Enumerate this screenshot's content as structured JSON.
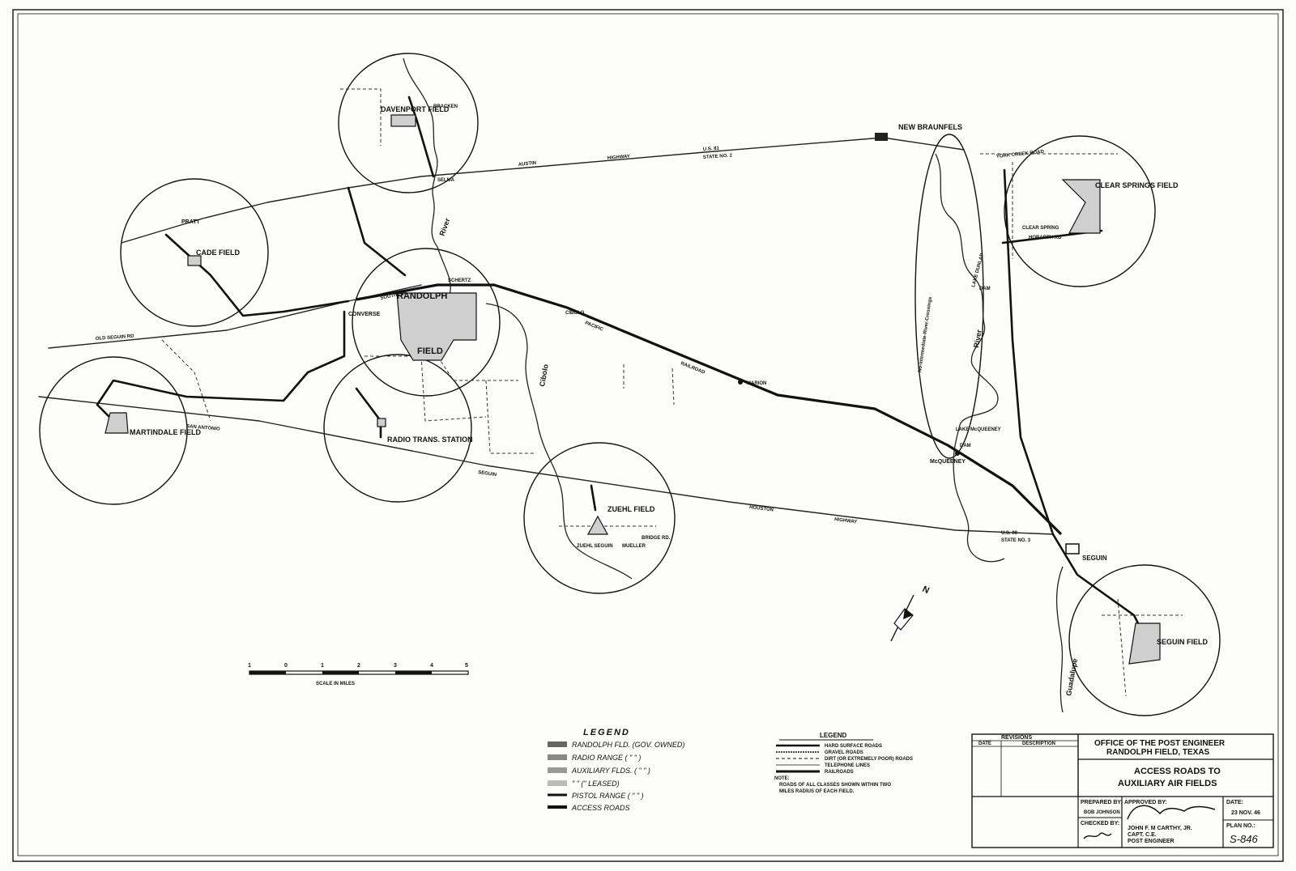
{
  "places": {
    "davenport": "DAVENPORT FIELD",
    "bracken": "BRACKEN",
    "selma": "SELMA",
    "new_braunfels": "NEW BRAUNFELS",
    "clear_springs": "CLEAR SPRINGS FIELD",
    "cade": "CADE FIELD",
    "pratt": "PRATT",
    "schertz": "SCHERTZ",
    "randolph_a": "RANDOLPH",
    "randolph_b": "FIELD",
    "converse": "CONVERSE",
    "cibolo": "CIBOLO",
    "marion": "MARION",
    "martindale": "MARTINDALE FIELD",
    "radio_station": "RADIO TRANS. STATION",
    "zuehl": "ZUEHL FIELD",
    "mcqueeney": "McQUEENEY",
    "seguin": "SEGUIN",
    "seguin_field": "SEGUIN FIELD"
  },
  "road_labels": {
    "austin_highway": "AUSTIN",
    "highway": "HIGHWAY",
    "us81": "U.S. 81",
    "state2": "STATE NO. 2",
    "old_seguin": "OLD SEGUIN RD",
    "san_antonio": "SAN ANTONIO",
    "seguin_road": "SEGUIN",
    "houston": "HOUSTON",
    "highway2": "HIGHWAY",
    "us90": "U.S. 90",
    "state3": "STATE NO. 3",
    "southern": "SOUTHERN",
    "pacific": "PACIFIC",
    "railroad": "RAILROAD",
    "york_creek": "YORK CREEK ROAD",
    "clear_spring_rd": "CLEAR SPRING",
    "hobarth_rd": "HOBARTH RD",
    "zuehl_rd": "ZUEHL SEGUIN",
    "mueller": "MUELLER",
    "bridge_rd": "BRIDGE RD."
  },
  "water_labels": {
    "river_upper": "River",
    "cibolo_creek": "Cibolo",
    "river_east": "River",
    "guadalupe": "Guadalupe",
    "crossings": "No-intermediate-River-Crossings",
    "lake": "LAKE DUNLAP",
    "lake_mcqueeney": "LAKE McQUEENEY",
    "dam1": "DAM",
    "dam2": "DAM"
  },
  "north": {
    "label": "N"
  },
  "scale": {
    "ticks": [
      "1",
      "0",
      "1",
      "2",
      "3",
      "4",
      "5"
    ],
    "label": "SCALE IN MILES"
  },
  "legend_left": {
    "title": "LEGEND",
    "items": [
      {
        "label": "RANDOLPH FLD. (GOV. OWNED)",
        "swatch": "field"
      },
      {
        "label": "RADIO RANGE ( \"   \" )",
        "swatch": "field"
      },
      {
        "label": "AUXILIARY FLDS. ( \"  \" )",
        "swatch": "field"
      },
      {
        "label": "\"     \" (\" LEASED)",
        "swatch": "field"
      },
      {
        "label": "PISTOL RANGE ( \"   \" )",
        "swatch": "thin"
      },
      {
        "label": "ACCESS ROADS",
        "swatch": "thick"
      }
    ]
  },
  "legend_right": {
    "title": "LEGEND",
    "items": [
      {
        "label": "HARD SURFACE ROADS",
        "style": "hard"
      },
      {
        "label": "GRAVEL ROADS",
        "style": "gravel"
      },
      {
        "label": "DIRT (OR EXTREMELY POOR) ROADS",
        "style": "dirt"
      },
      {
        "label": "TELEPHONE LINES",
        "style": "tel"
      },
      {
        "label": "RAILROADS",
        "style": "rail"
      }
    ],
    "note_head": "NOTE:",
    "note_line1": "ROADS OF ALL CLASSES SHOWN WITHIN TWO",
    "note_line2": "MILES RADIUS OF EACH FIELD."
  },
  "title_block": {
    "revisions": "REVISIONS",
    "date_col": "DATE",
    "desc_col": "DESCRIPTION",
    "office_line1": "OFFICE OF THE POST ENGINEER",
    "office_line2": "RANDOLPH FIELD, TEXAS",
    "title_line1": "ACCESS ROADS TO",
    "title_line2": "AUXILIARY AIR FIELDS",
    "prepared_label": "PREPARED BY:",
    "prepared_name": "BOB JOHNSON",
    "checked_label": "CHECKED BY:",
    "approved_label": "APPROVED BY:",
    "approved_name": "JOHN F. M CARTHY, JR.",
    "approved_rank": "CAPT. C.E.",
    "approved_title": "POST ENGINEER",
    "date_label": "DATE:",
    "date_value": "23 NOV. 46",
    "plan_label": "PLAN NO.:",
    "plan_value": "S-846"
  }
}
